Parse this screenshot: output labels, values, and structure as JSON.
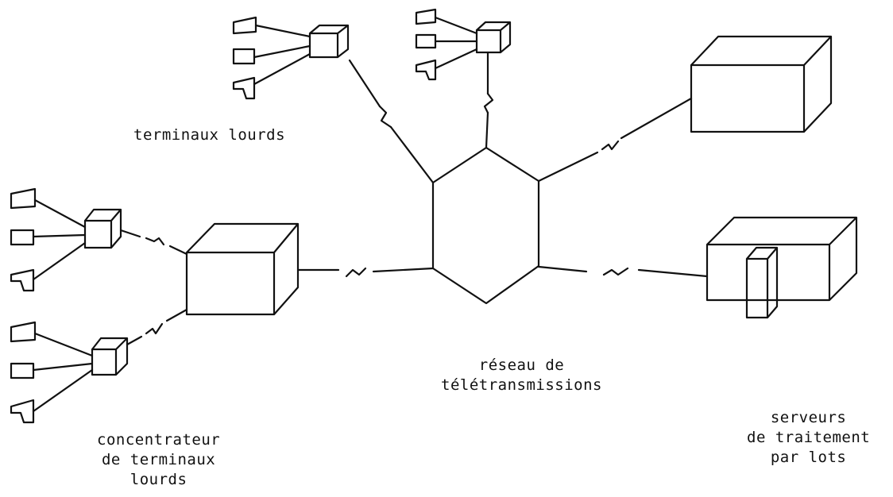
{
  "labels": {
    "heavy_terminals": "terminaux lourds",
    "network": [
      "réseau de",
      "télétransmissions"
    ],
    "concentrator": [
      "concentrateur",
      "de terminaux",
      "lourds"
    ],
    "servers": [
      "serveurs",
      "de traitement",
      "par lots"
    ]
  },
  "colors": {
    "ink": "#111111",
    "paper": "#ffffff"
  }
}
